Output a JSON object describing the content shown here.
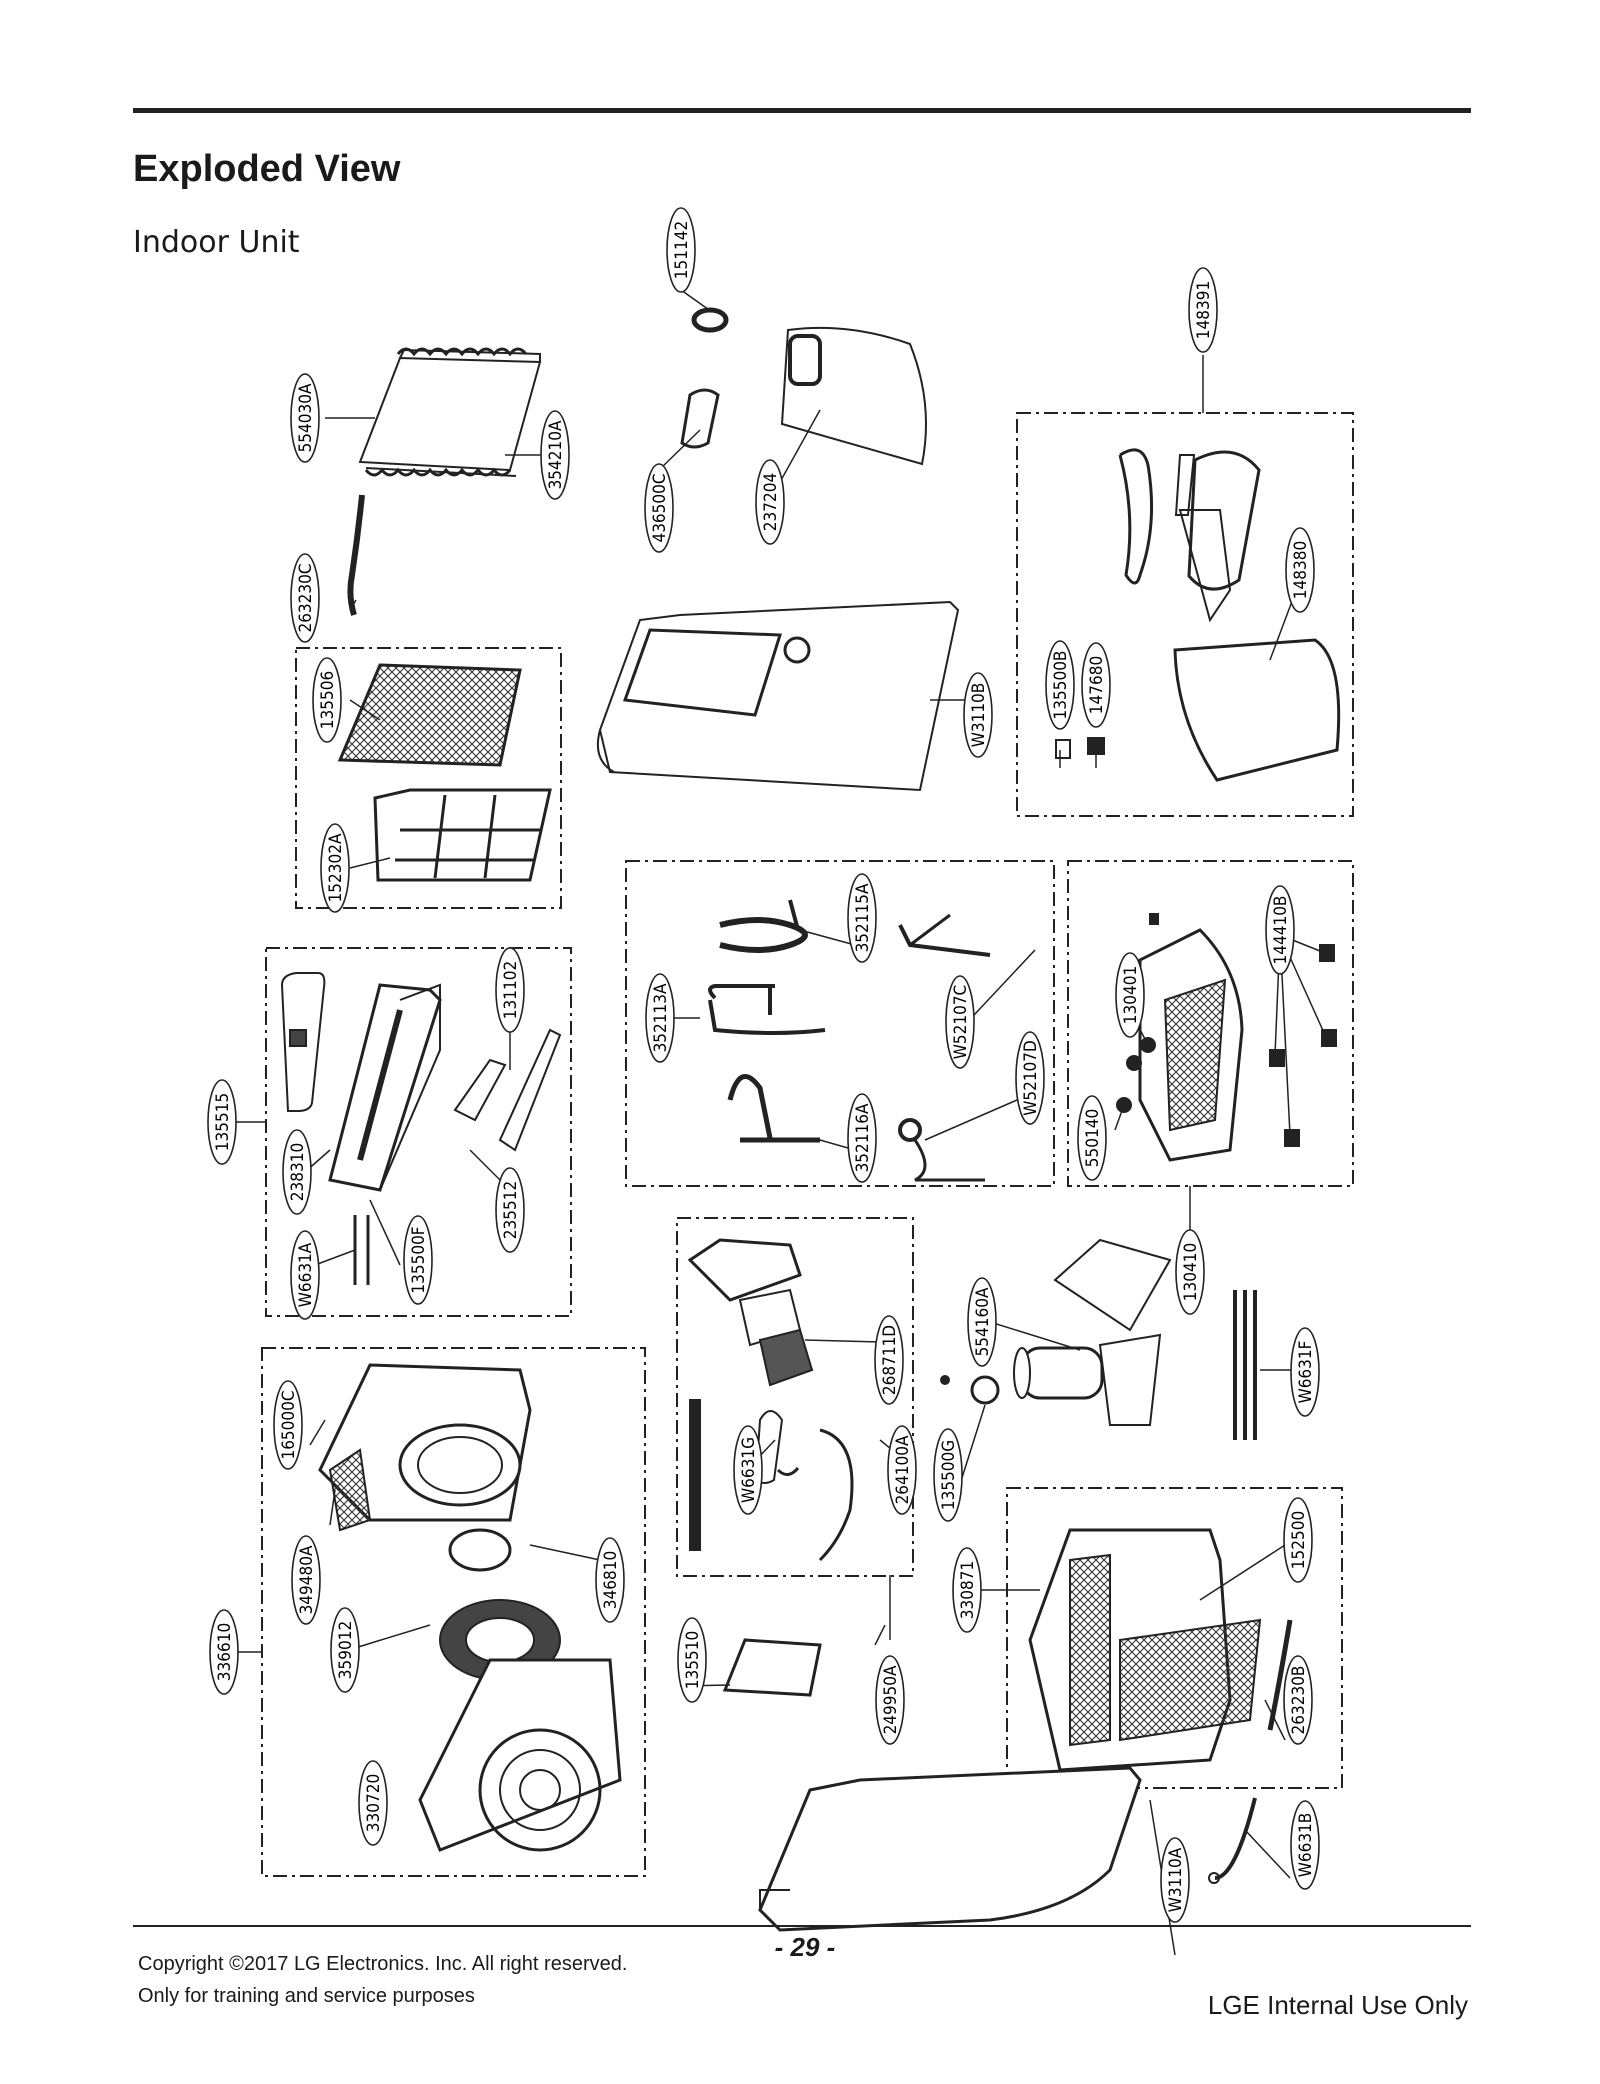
{
  "page": {
    "title": "Exploded View",
    "subtitle": "Indoor Unit",
    "page_number": "- 29 -",
    "copyright": "Copyright ©2017 LG Electronics. Inc. All right reserved.",
    "training_note": "Only for training and service purposes",
    "internal": "LGE Internal Use Only"
  },
  "parts": {
    "p151142": "151142",
    "p554030A": "554030A",
    "p354210A": "354210A",
    "p436500C": "436500C",
    "p237204": "237204",
    "p148391": "148391",
    "p263230C": "263230C",
    "p135506": "135506",
    "p152302A": "152302A",
    "pW3110B": "W3110B",
    "p135500B": "135500B",
    "p147680": "147680",
    "p148380": "148380",
    "p352115A": "352115A",
    "p352113A": "352113A",
    "pW52107C": "W52107C",
    "pW52107D": "W52107D",
    "p352116A": "352116A",
    "p144410B": "144410B",
    "p130401": "130401",
    "p550140": "550140",
    "p130410": "130410",
    "p131102": "131102",
    "p135515": "135515",
    "p238310": "238310",
    "pW6631A": "W6631A",
    "p135500F": "135500F",
    "p235512": "235512",
    "p268711D": "268711D",
    "p554160A": "554160A",
    "pW6631F": "W6631F",
    "pW6631G": "W6631G",
    "p264100A": "264100A",
    "p135500G": "135500G",
    "p165000C": "165000C",
    "p349480A": "349480A",
    "p346810": "346810",
    "p336610": "336610",
    "p359012": "359012",
    "p330720": "330720",
    "p135510": "135510",
    "p249950A": "249950A",
    "p330871": "330871",
    "p152500": "152500",
    "p263230B": "263230B",
    "pW3110A": "W3110A",
    "pW6631B": "W6631B"
  }
}
